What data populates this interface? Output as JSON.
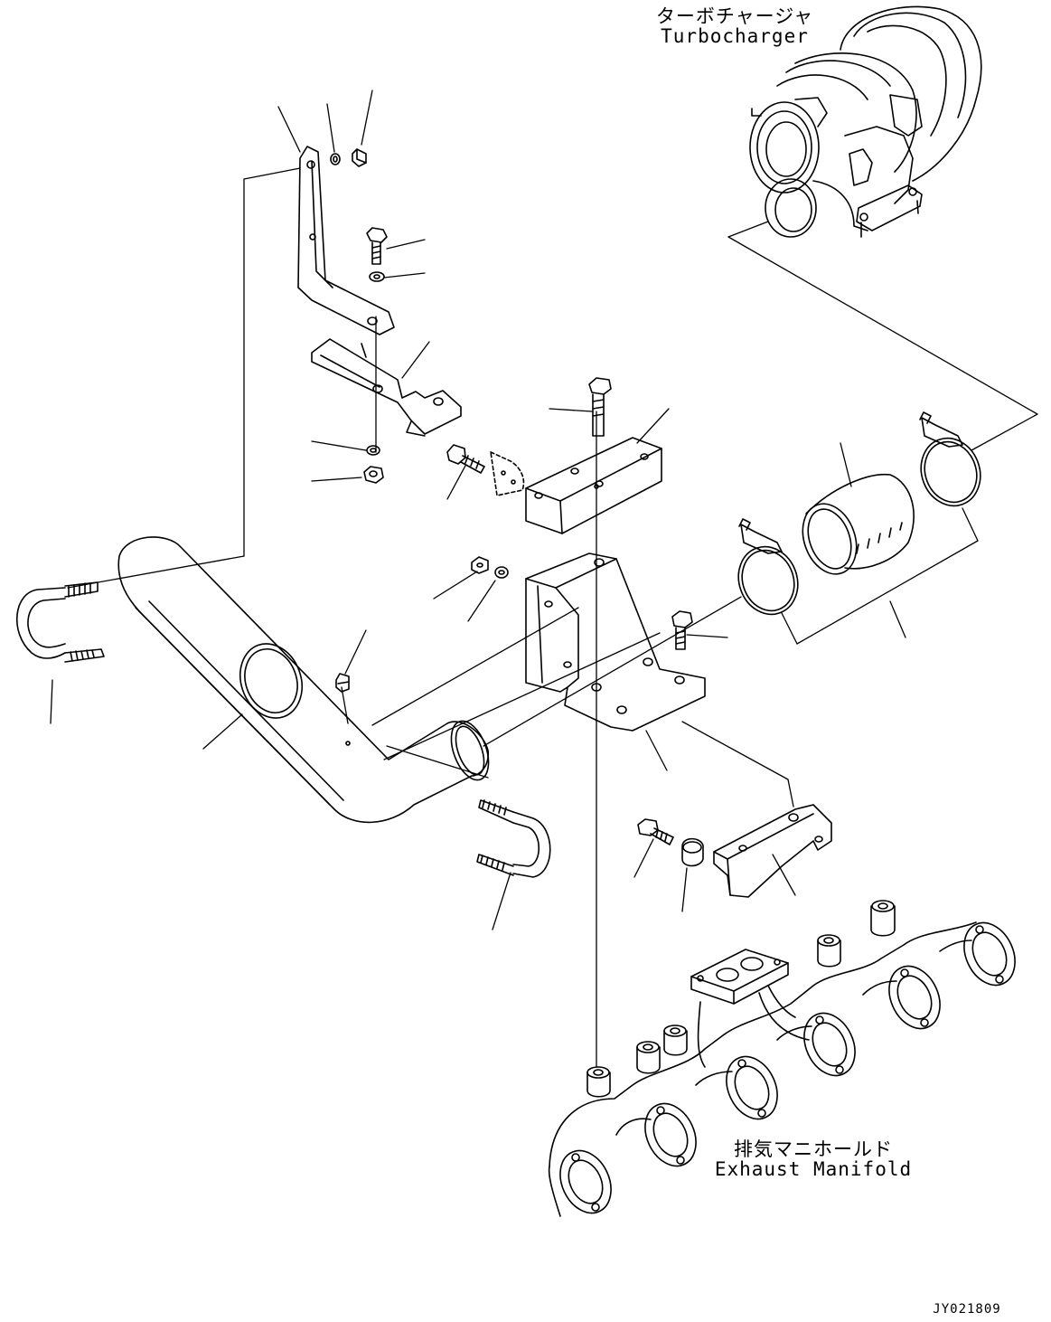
{
  "labels": {
    "turbocharger_jp": "ターボチャージャ",
    "turbocharger_en": "Turbocharger",
    "exhaust_manifold_jp": "排気マニホールド",
    "exhaust_manifold_en": "Exhaust Manifold",
    "drawing_id": "JY021809"
  },
  "colors": {
    "line": "#000000",
    "background": "#ffffff"
  }
}
